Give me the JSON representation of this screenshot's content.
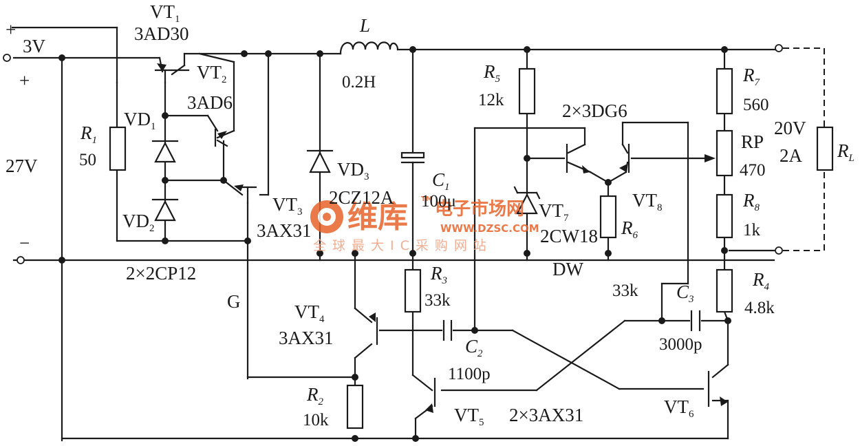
{
  "inputs": {
    "plus_top": "+",
    "v3": "3V",
    "plus": "+",
    "v27": "27V",
    "minus": "−"
  },
  "vt1": {
    "name": "VT",
    "sub": "1",
    "part": "3AD30"
  },
  "vt2": {
    "name": "VT",
    "sub": "2",
    "part": "3AD6"
  },
  "vt3": {
    "name": "VT",
    "sub": "3",
    "part": "3AX31"
  },
  "vt4": {
    "name": "VT",
    "sub": "4",
    "part": "3AX31"
  },
  "vt5": {
    "name": "VT",
    "sub": "5",
    "part": "2×3AX31"
  },
  "vt6": {
    "name": "VT",
    "sub": "6"
  },
  "vt7": {
    "name": "VT",
    "sub": "7"
  },
  "vt8": {
    "name": "VT",
    "sub": "8"
  },
  "vt78_part": "2×3DG6",
  "vd1": {
    "name": "VD",
    "sub": "1"
  },
  "vd2": {
    "name": "VD",
    "sub": "2"
  },
  "vd3": {
    "name": "VD",
    "sub": "3",
    "part": "2CZ12A"
  },
  "bridge": "2×2CP12",
  "r1": {
    "name": "R",
    "sub": "1",
    "value": "50"
  },
  "r2": {
    "name": "R",
    "sub": "2",
    "value": "10k"
  },
  "r3": {
    "name": "R",
    "sub": "3",
    "value": "33k"
  },
  "r4": {
    "name": "R",
    "sub": "4",
    "value": "4.8k"
  },
  "r5": {
    "name": "R",
    "sub": "5",
    "value": "12k"
  },
  "r6": {
    "name": "R",
    "sub": "6",
    "value": "33k"
  },
  "r7": {
    "name": "R",
    "sub": "7",
    "value": "560"
  },
  "r8": {
    "name": "R",
    "sub": "8",
    "value": "1k"
  },
  "rp": {
    "name": "RP",
    "value": "470"
  },
  "rl": {
    "name": "R",
    "sub": "L"
  },
  "l": {
    "name": "L",
    "value": "0.2H"
  },
  "c1": {
    "name": "C",
    "sub": "1",
    "value": "100μ"
  },
  "c2": {
    "name": "C",
    "sub": "2",
    "value": "1100p"
  },
  "c3": {
    "name": "C",
    "sub": "3",
    "value": "3000p"
  },
  "zener": {
    "part": "2CW18",
    "name": "DW"
  },
  "output": {
    "voltage": "20V",
    "current": "2A"
  },
  "node_g": "G",
  "watermark": {
    "brand": "维库",
    "tagline": "电子市场网",
    "tm": "TM",
    "url": "WWW.DZSC.COM",
    "subtitle": "全球最大IC采购网站"
  }
}
